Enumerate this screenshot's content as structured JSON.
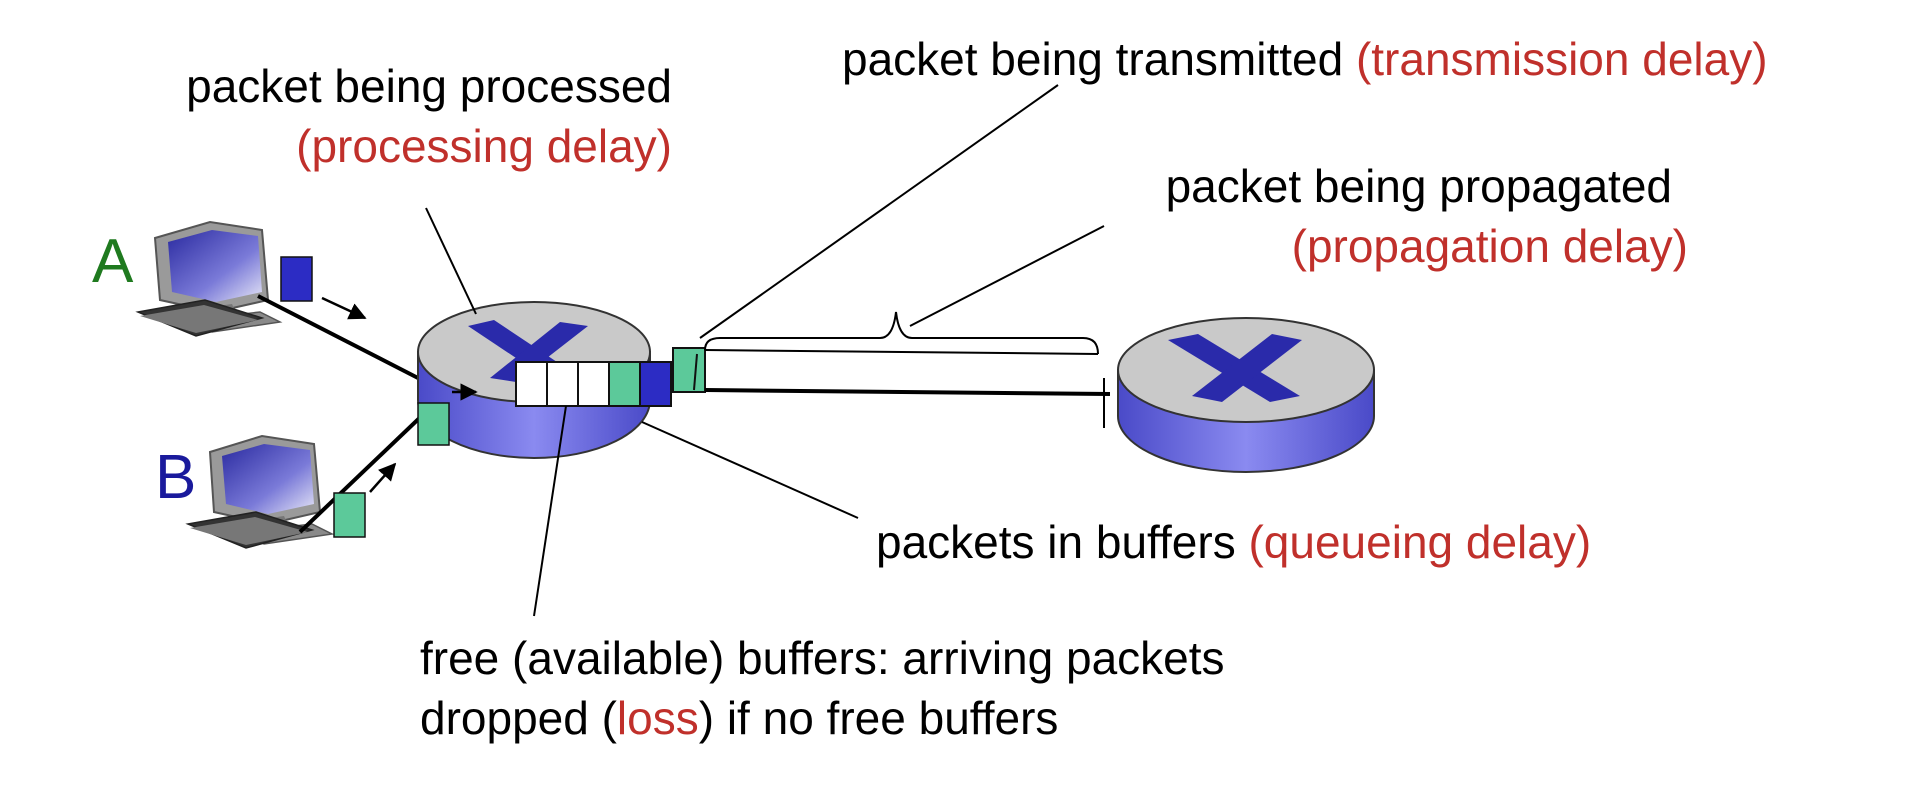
{
  "colors": {
    "text": "#000000",
    "delay_red": "#c0302b",
    "host_a": "#1f7a1f",
    "host_b": "#1a1a9c",
    "router_top": "#c9c9c9",
    "router_side": "#6a6ae0",
    "router_x": "#2a2aaa",
    "packet_blue": "#2c2cc4",
    "packet_green": "#5cc99a"
  },
  "hosts": {
    "a": {
      "label": "A",
      "icon": "desktop-computer-icon"
    },
    "b": {
      "label": "B",
      "icon": "desktop-computer-icon"
    }
  },
  "labels": {
    "processed": {
      "text": "packet being processed",
      "delay": "(processing delay)"
    },
    "transmitted": {
      "text": "packet being transmitted ",
      "delay": "(transmission delay)"
    },
    "propagated": {
      "text": "packet being propagated",
      "delay": "(propagation delay)"
    },
    "queueing": {
      "text": "packets in buffers ",
      "delay": "(queueing delay)"
    },
    "free_buffers": {
      "line1": "free (available) buffers: arriving packets",
      "line2_pre": "dropped (",
      "line2_loss": "loss",
      "line2_post": ") if no free buffers"
    }
  },
  "icons": [
    "router-icon",
    "desktop-computer-icon",
    "packet-icon",
    "arrow-icon",
    "brace-icon"
  ]
}
